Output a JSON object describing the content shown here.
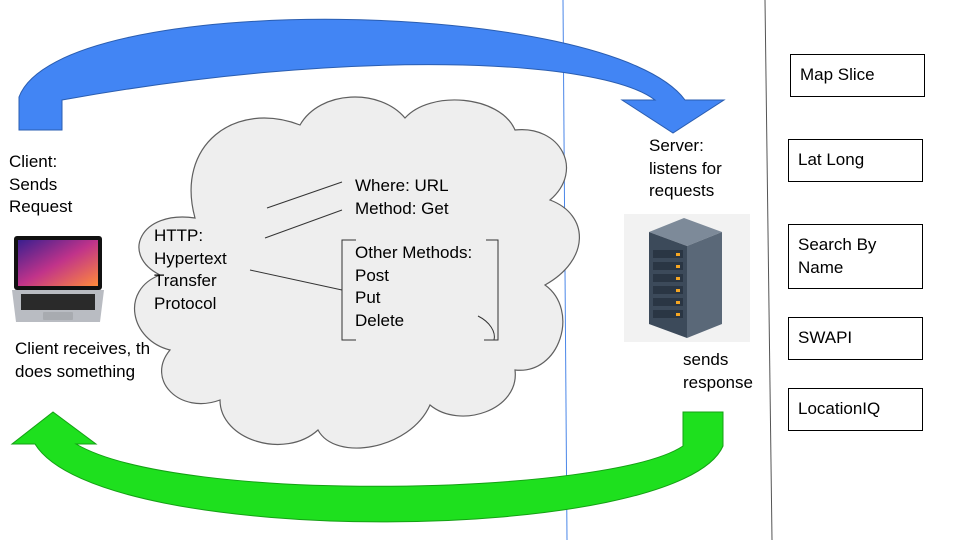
{
  "client": {
    "sends": "Client:\nSends\nRequest",
    "receives_visible": "Client receives, th",
    "receives_line2": "does something"
  },
  "cloud": {
    "http": "HTTP:\nHypertext\nTransfer\nProtocol",
    "where": "Where: URL\nMethod: Get",
    "other_methods": "Other Methods:\nPost\nPut\nDelete"
  },
  "server": {
    "listens": "Server:\nlistens for\nrequests",
    "sends": "sends\nresponse"
  },
  "sidebar": {
    "items": [
      {
        "label": "Map Slice"
      },
      {
        "label": "Lat Long"
      },
      {
        "label": "Search By\nName"
      },
      {
        "label": "SWAPI"
      },
      {
        "label": "LocationIQ"
      }
    ]
  },
  "colors": {
    "request_arrow": "#4285f4",
    "response_arrow": "#1ee01e",
    "cloud_fill": "#eeeeee",
    "divider_blue": "#4a86e8",
    "divider_gray": "#555555"
  },
  "icons": {
    "client": "laptop-icon",
    "server": "server-rack-icon"
  }
}
